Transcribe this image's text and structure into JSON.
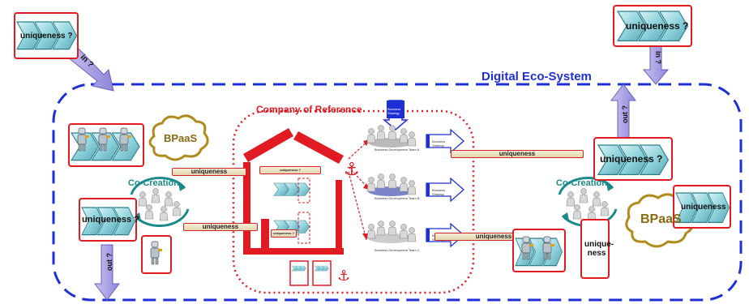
{
  "ecosystem_title": "Digital Eco-System",
  "company_title": "Company  of  Reference",
  "tl_label": "uniqueness ?",
  "tl_arrow": "in ?",
  "tr_label": "uniqueness ?",
  "tr_arrow": "in ?",
  "left_mid_label": "uniqueness ?",
  "left_out": "out ?",
  "right_out": "out ?",
  "right_mid_label": "uniqueness ?",
  "far_right_label": "uniqueness",
  "right_small_label": "unique-ness",
  "bpaas_left": "BPaaS",
  "bpaas_right": "BPaaS",
  "cocreation_left": "Co-Creation",
  "cocreation_right": "Co-Creation",
  "bar_left_top": "uniqueness",
  "bar_left_bottom": "uniqueness",
  "bar_right_top": "uniqueness",
  "bar_right_bottom": "uniqueness",
  "house_bar_top": "uniqueness ?",
  "house_bar_mid": "uniqueness ?",
  "bd_label_1": "Business Development Team A",
  "bd_label_2": "Business Development Team B",
  "bd_label_3": "Business Development Team C",
  "strategy_top": "Business Strategy",
  "strategy_1": "Business Strategy",
  "strategy_2": "Business Strategy",
  "strategy_3": "Business Strategy",
  "colors": {
    "blue": "#1f2fd6",
    "red": "#e01b22",
    "teal": "#1b8a8a",
    "gold": "#b08a1a"
  }
}
